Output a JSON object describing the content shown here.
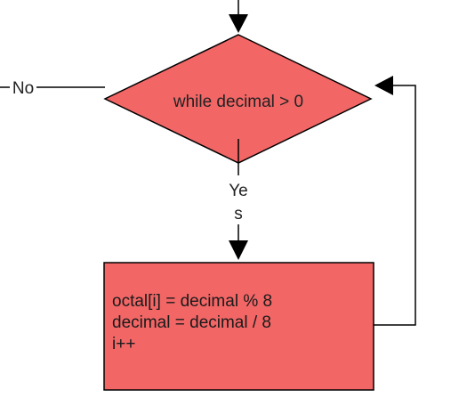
{
  "colors": {
    "shape_fill": "#f26666",
    "stroke": "#000000"
  },
  "decision": {
    "condition": "while decimal > 0",
    "no_label": "No",
    "yes_label_line1": "Ye",
    "yes_label_line2": "s"
  },
  "process": {
    "lines": [
      "octal[i] = decimal % 8",
      "decimal = decimal / 8",
      "i++"
    ]
  }
}
